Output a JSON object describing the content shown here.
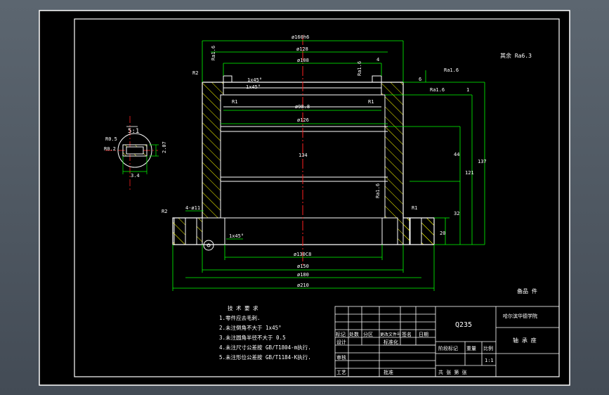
{
  "colors": {
    "background": "#4d5660",
    "paper": "#000000",
    "line": "#ffffff",
    "dimension": "#00ff00",
    "centerline": "#ff2020",
    "hatch": "#ffff00",
    "frame_text": "#ffffff"
  },
  "dimensions": {
    "top_dia": "ø160h6",
    "d128": "ø128",
    "d108": "ø108",
    "d98_8": "ø98.8",
    "d126": "ø126",
    "len134": "134",
    "d130": "ø130C8",
    "d150": "ø150",
    "d180": "ø180",
    "d210": "ø210",
    "h6": "6",
    "h1": "1",
    "h44": "44",
    "h121": "121",
    "h137": "137",
    "h32": "32",
    "h20": "20",
    "h4": "4",
    "holes": "4-ø11",
    "chamfer1": "1x45°",
    "chamfer2": "1x45°",
    "chamfer3": "1x45°",
    "r2a": "R2",
    "r2b": "R2",
    "r1a": "R1",
    "r1b": "R1",
    "r1c": "R1",
    "ra16a": "Ra1.6",
    "ra16b": "Ra1.6",
    "ra16c": "Ra1.6",
    "ra16d": "Ra1.6",
    "ra16e": "Ra1.6"
  },
  "surface_note": "其余 Ra6.3",
  "detail": {
    "scale": "5:1",
    "r05": "R0.5",
    "r02": "R0.2",
    "w34": "3.4",
    "h207": "2.07"
  },
  "tech_requirements": {
    "title": "技 术 要 求",
    "items": [
      "1.零件应去毛刺.",
      "2.未注倒角不大于 1x45°",
      "3.未注圆角半径不大于 0.5",
      "4.未注尺寸公差按 GB/T1804-m执行.",
      "5.未注形位公差按 GB/T1184-K执行."
    ]
  },
  "title_block": {
    "material": "Q235",
    "school": "哈尔滨华德学院",
    "part_name": "轴 承 座",
    "scale": "1:1",
    "cols": [
      "标记",
      "处数",
      "分区",
      "更改文件号",
      "签名",
      "日期"
    ],
    "labels": {
      "design": "设计",
      "standardize": "标准化",
      "review": "审核",
      "process": "工艺",
      "approve": "批准",
      "stage_mark": "阶段标记",
      "weight": "重量",
      "ratio": "比例",
      "sheets": "共  张  第  张"
    }
  },
  "stamp": "备品 件"
}
